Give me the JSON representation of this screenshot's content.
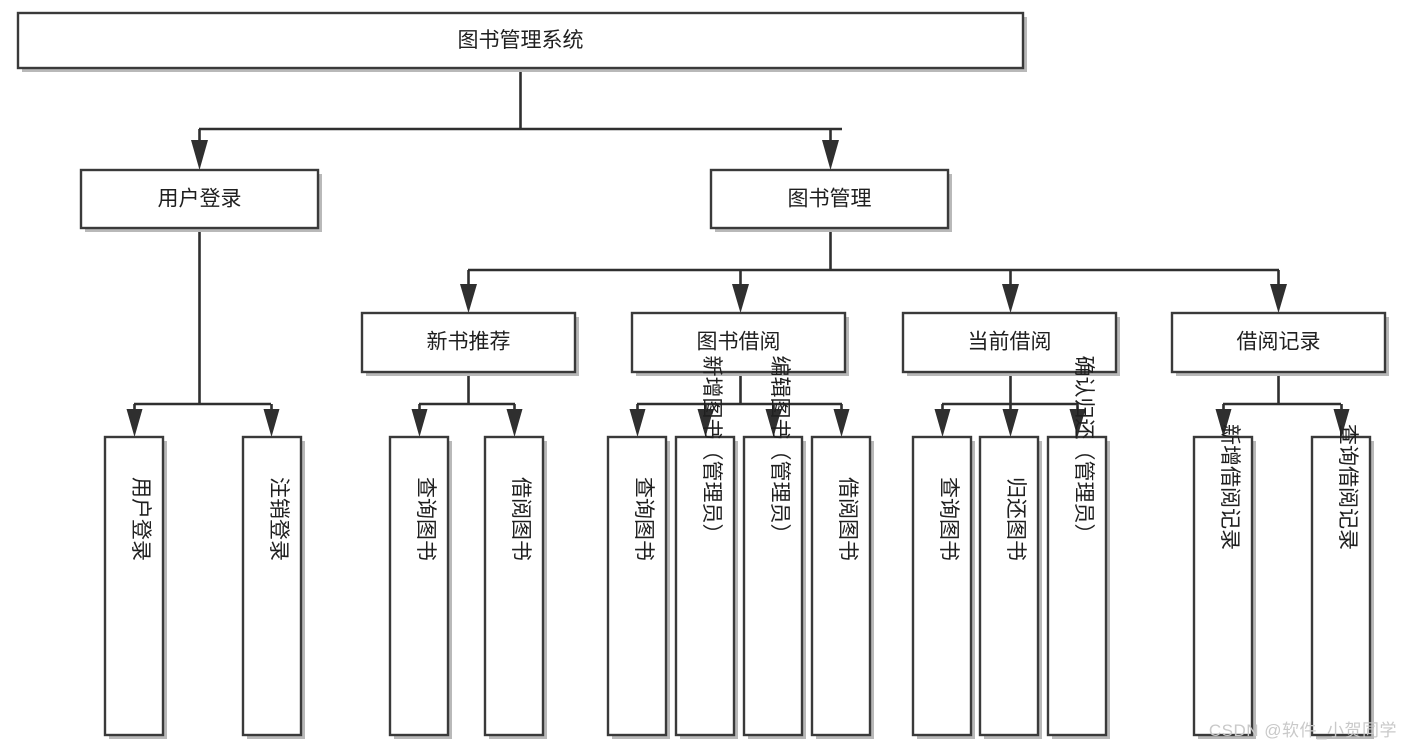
{
  "diagram": {
    "type": "tree-hierarchy",
    "title": "图书管理系统",
    "orientation": "top-down",
    "watermark": "CSDN @软件_小贺同学",
    "colors": {
      "box_fill": "#ffffff",
      "box_stroke": "#3a3a3a",
      "connector": "#2f2f2f",
      "text": "#1f1f1f",
      "watermark": "#c9c9c9",
      "background": "#ffffff"
    },
    "levels": [
      {
        "level": 1,
        "nodes": [
          {
            "id": "root",
            "label": "图书管理系统",
            "orientation": "horizontal"
          }
        ]
      },
      {
        "level": 2,
        "nodes": [
          {
            "id": "login",
            "label": "用户登录",
            "orientation": "horizontal",
            "parent": "root"
          },
          {
            "id": "bookmgmt",
            "label": "图书管理",
            "orientation": "horizontal",
            "parent": "root"
          }
        ]
      },
      {
        "level": 3,
        "nodes": [
          {
            "id": "newbook",
            "label": "新书推荐",
            "orientation": "horizontal",
            "parent": "bookmgmt"
          },
          {
            "id": "borrow",
            "label": "图书借阅",
            "orientation": "horizontal",
            "parent": "bookmgmt"
          },
          {
            "id": "current",
            "label": "当前借阅",
            "orientation": "horizontal",
            "parent": "bookmgmt"
          },
          {
            "id": "records",
            "label": "借阅记录",
            "orientation": "horizontal",
            "parent": "bookmgmt"
          }
        ]
      },
      {
        "level": 4,
        "nodes": [
          {
            "id": "leaf-login-1",
            "label": "用户登录",
            "orientation": "vertical",
            "parent": "login"
          },
          {
            "id": "leaf-login-2",
            "label": "注销登录",
            "orientation": "vertical",
            "parent": "login"
          },
          {
            "id": "leaf-newbook-1",
            "label": "查询图书",
            "orientation": "vertical",
            "parent": "newbook"
          },
          {
            "id": "leaf-newbook-2",
            "label": "借阅图书",
            "orientation": "vertical",
            "parent": "newbook"
          },
          {
            "id": "leaf-borrow-1",
            "label": "查询图书",
            "orientation": "vertical",
            "parent": "borrow"
          },
          {
            "id": "leaf-borrow-2",
            "label": "新增图书（管理员）",
            "orientation": "vertical",
            "parent": "borrow"
          },
          {
            "id": "leaf-borrow-3",
            "label": "编辑图书（管理员）",
            "orientation": "vertical",
            "parent": "borrow"
          },
          {
            "id": "leaf-borrow-4",
            "label": "借阅图书",
            "orientation": "vertical",
            "parent": "borrow"
          },
          {
            "id": "leaf-current-1",
            "label": "查询图书",
            "orientation": "vertical",
            "parent": "current"
          },
          {
            "id": "leaf-current-2",
            "label": "归还图书",
            "orientation": "vertical",
            "parent": "current"
          },
          {
            "id": "leaf-current-3",
            "label": "确认归还（管理员）",
            "orientation": "vertical",
            "parent": "current"
          },
          {
            "id": "leaf-records-1",
            "label": "新增借阅记录",
            "orientation": "vertical",
            "parent": "records"
          },
          {
            "id": "leaf-records-2",
            "label": "查询借阅记录",
            "orientation": "vertical",
            "parent": "records"
          }
        ]
      }
    ]
  }
}
